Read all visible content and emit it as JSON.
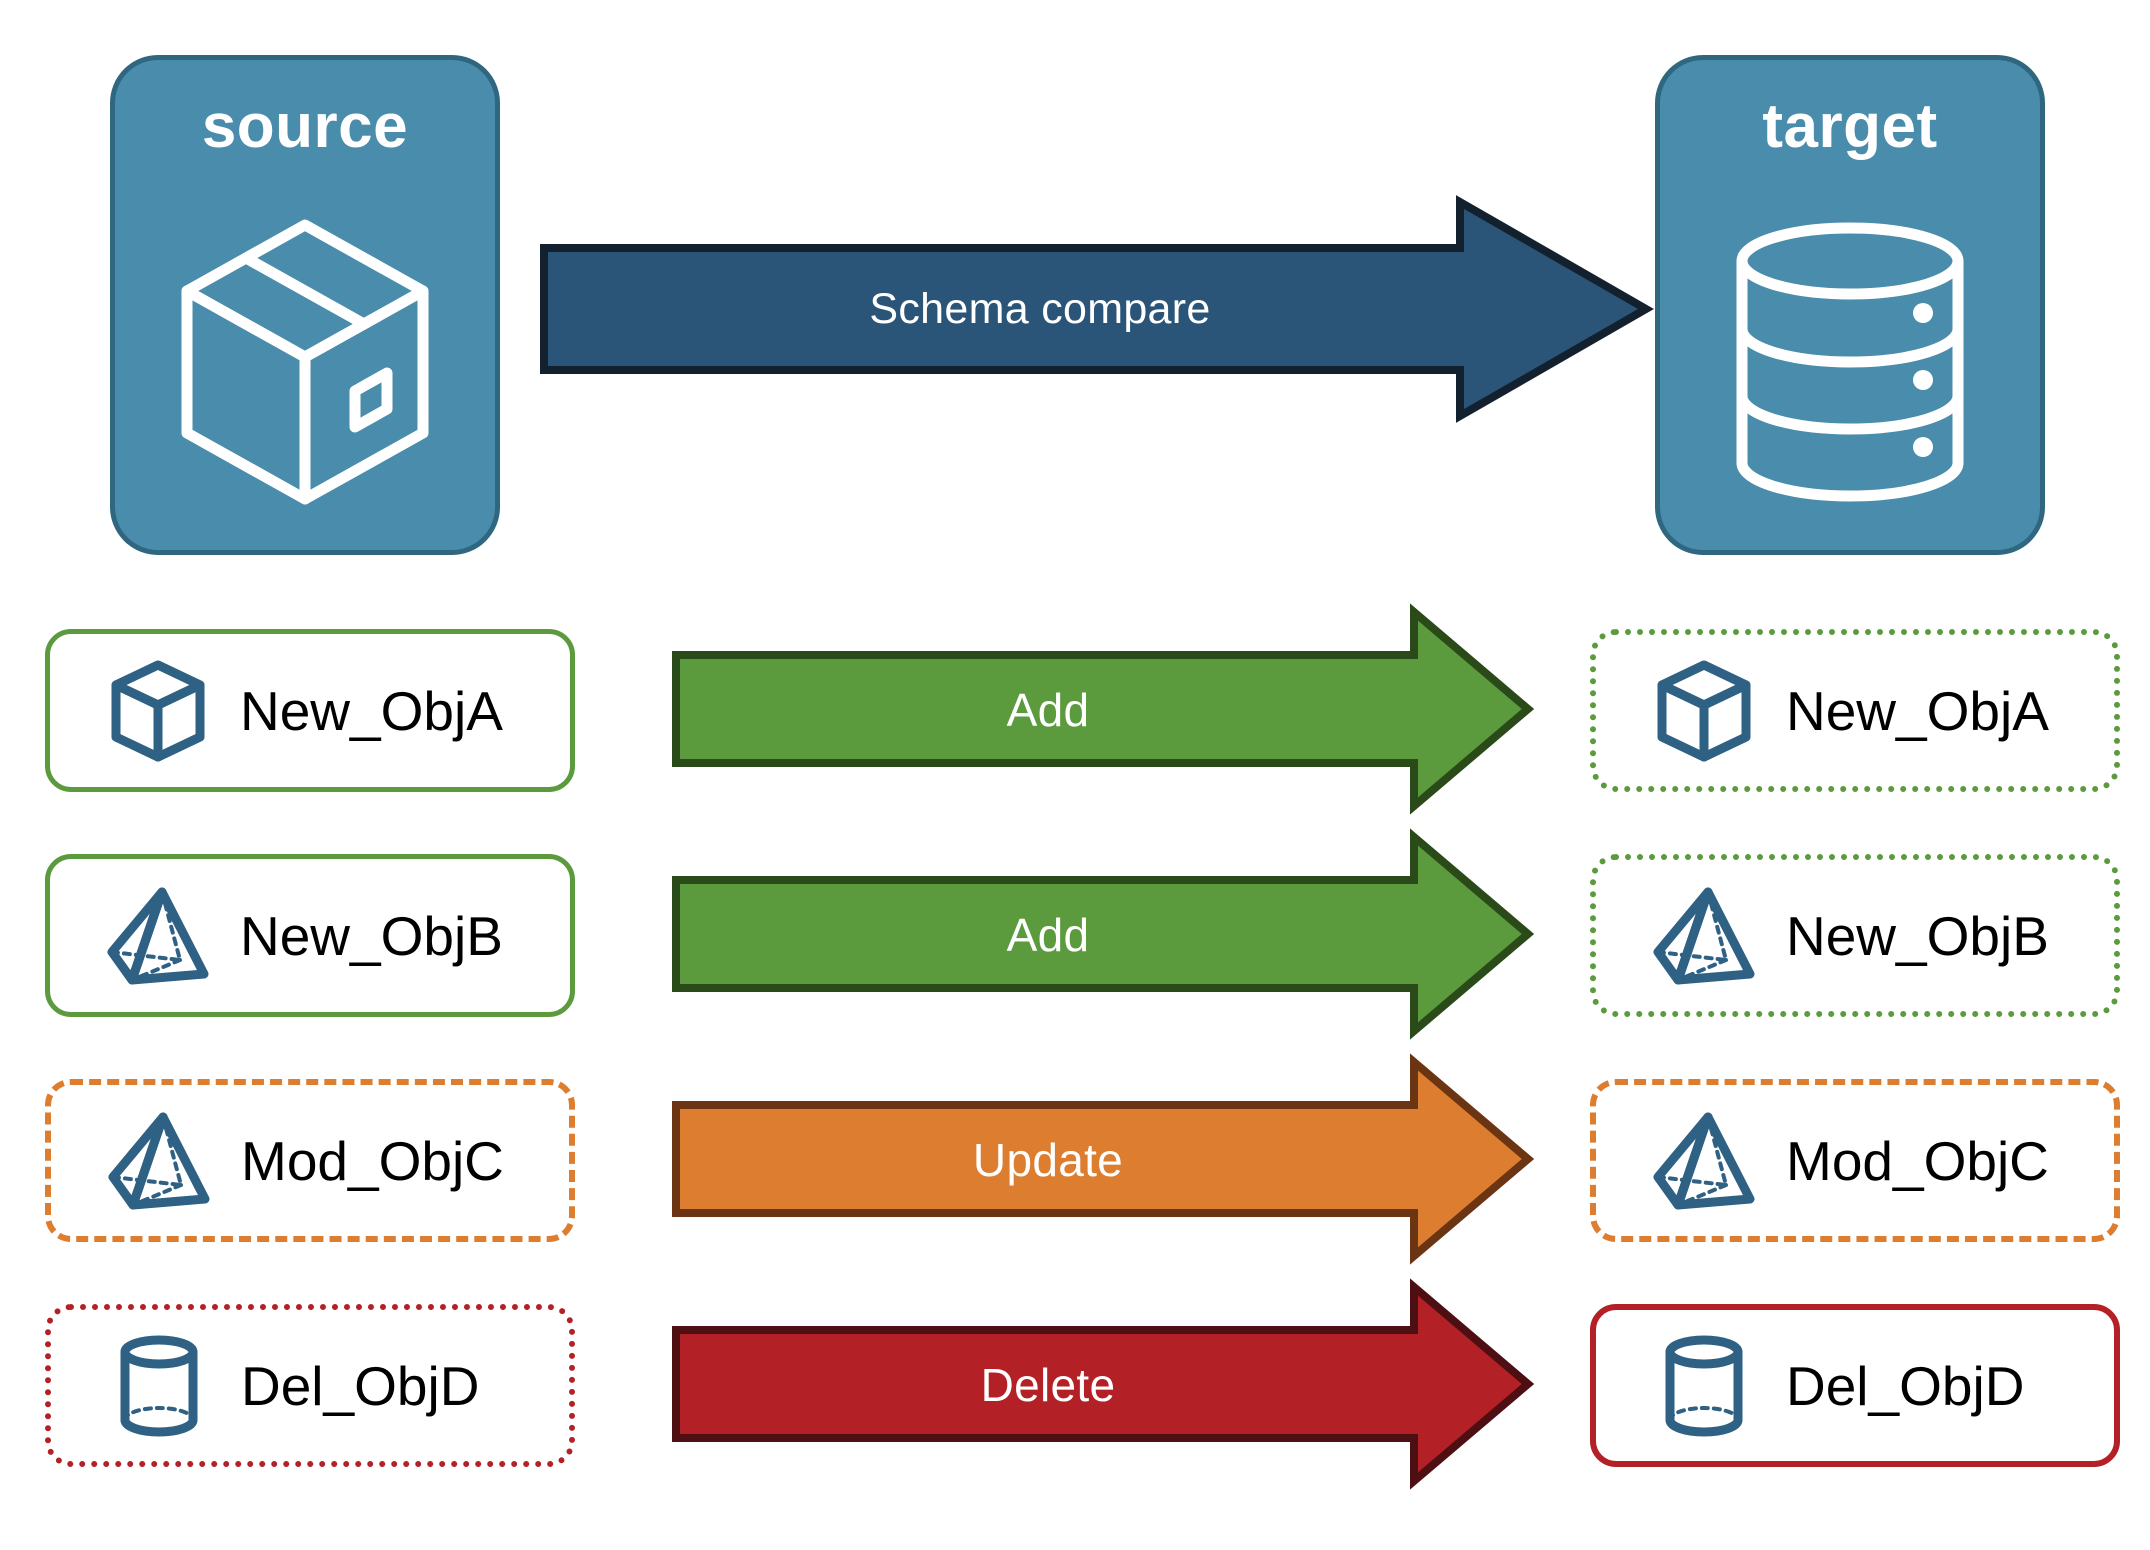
{
  "endpoints": {
    "source": {
      "title": "source",
      "icon": "package-box-icon"
    },
    "target": {
      "title": "target",
      "icon": "database-cylinder-icon"
    }
  },
  "compare_arrow": {
    "label": "Schema compare",
    "fill": "#2b5578",
    "stroke": "#13202e",
    "text_color": "#ffffff"
  },
  "colors": {
    "panel_fill": "#4a8cab",
    "panel_stroke": "#2f6680",
    "icon_blue": "#2e6183",
    "add_fill": "#5b9a3d",
    "add_stroke": "#2b4a1a",
    "update_fill": "#dd7d2f",
    "update_stroke": "#6b3413",
    "delete_fill": "#b32025",
    "delete_stroke": "#4d0f12",
    "green_border": "#5b9a3d",
    "orange_border": "#dd7d2f",
    "red_border": "#b32025",
    "label_text": "#000000"
  },
  "rows": [
    {
      "source": {
        "label": "New_ObjA",
        "icon": "cube-wireframe-icon",
        "border_style": "solid",
        "border_color": "#5b9a3d"
      },
      "action": {
        "label": "Add",
        "fill": "#5b9a3d",
        "stroke": "#2b4a1a"
      },
      "target": {
        "label": "New_ObjA",
        "icon": "cube-wireframe-icon",
        "border_style": "dotted",
        "border_color": "#5b9a3d"
      }
    },
    {
      "source": {
        "label": "New_ObjB",
        "icon": "pyramid-wireframe-icon",
        "border_style": "solid",
        "border_color": "#5b9a3d"
      },
      "action": {
        "label": "Add",
        "fill": "#5b9a3d",
        "stroke": "#2b4a1a"
      },
      "target": {
        "label": "New_ObjB",
        "icon": "pyramid-wireframe-icon",
        "border_style": "dotted",
        "border_color": "#5b9a3d"
      }
    },
    {
      "source": {
        "label": "Mod_ObjC",
        "icon": "pyramid-wireframe-icon",
        "border_style": "dashed",
        "border_color": "#dd7d2f"
      },
      "action": {
        "label": "Update",
        "fill": "#dd7d2f",
        "stroke": "#6b3413"
      },
      "target": {
        "label": "Mod_ObjC",
        "icon": "pyramid-wireframe-icon",
        "border_style": "dashed",
        "border_color": "#dd7d2f"
      }
    },
    {
      "source": {
        "label": "Del_ObjD",
        "icon": "cylinder-wireframe-icon",
        "border_style": "dotted",
        "border_color": "#b32025"
      },
      "action": {
        "label": "Delete",
        "fill": "#b32025",
        "stroke": "#4d0f12"
      },
      "target": {
        "label": "Del_ObjD",
        "icon": "cylinder-wireframe-icon",
        "border_style": "solid",
        "border_color": "#b32025"
      }
    }
  ]
}
